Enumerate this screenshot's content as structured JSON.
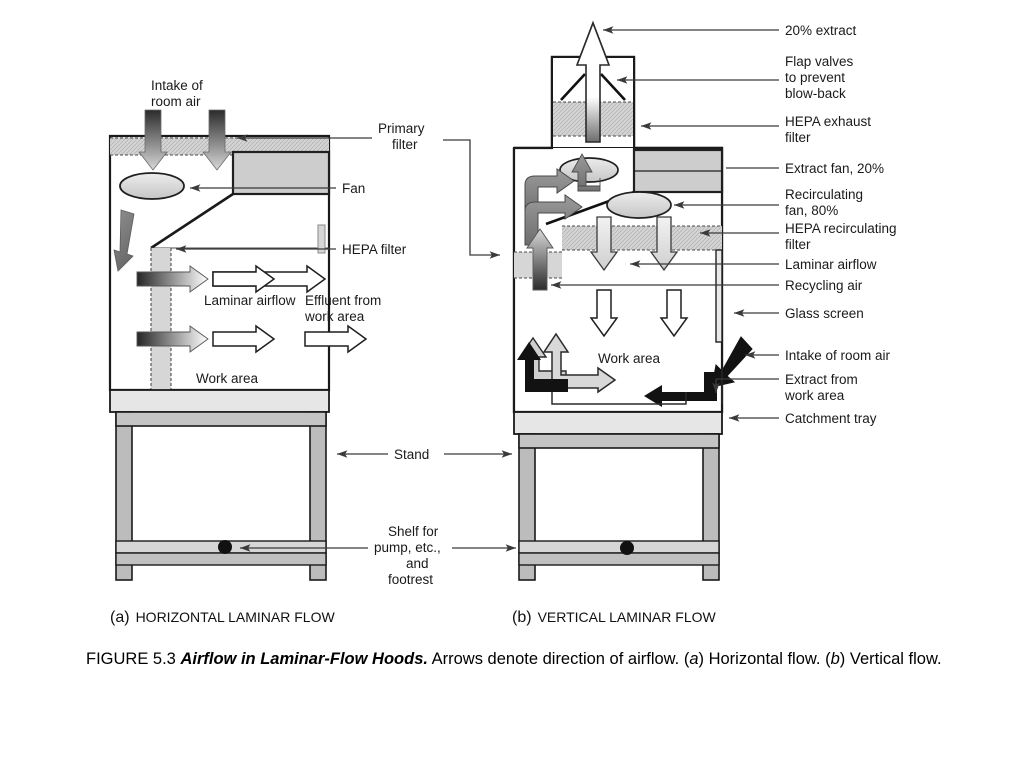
{
  "figure": {
    "caption_number": "FIGURE 5.3",
    "caption_title": "Airflow in Laminar-Flow Hoods.",
    "caption_rest": " Arrows denote direction of airflow. (",
    "caption_a_letter": "a",
    "caption_a_text": ") Horizontal flow.",
    "caption_b_open": "(",
    "caption_b_letter": "b",
    "caption_b_text": ") Vertical flow."
  },
  "panel_a": {
    "letter": "(a)",
    "title": "HORIZONTAL LAMINAR FLOW",
    "labels": {
      "intake": "Intake of\nroom air",
      "intake_line1": "Intake of",
      "intake_line2": "room air",
      "primary_filter_line1": "Primary",
      "primary_filter_line2": "filter",
      "fan": "Fan",
      "hepa_filter": "HEPA filter",
      "laminar_airflow": "Laminar airflow",
      "effluent_line1": "Effluent from",
      "effluent_line2": "work area",
      "work_area": "Work area"
    }
  },
  "panel_b": {
    "letter": "(b)",
    "title": "VERTICAL LAMINAR FLOW",
    "labels": {
      "extract_20": "20% extract",
      "flap_valves_line1": "Flap valves",
      "flap_valves_line2": "to prevent",
      "flap_valves_line3": "blow-back",
      "hepa_exhaust_line1": "HEPA exhaust",
      "hepa_exhaust_line2": "filter",
      "extract_fan": "Extract fan, 20%",
      "recirc_fan_line1": "Recirculating",
      "recirc_fan_line2": "fan, 80%",
      "hepa_recirc_line1": "HEPA recirculating",
      "hepa_recirc_line2": "filter",
      "laminar_airflow": "Laminar airflow",
      "recycling_air": "Recycling air",
      "glass_screen": "Glass screen",
      "intake_room_air": "Intake of room air",
      "extract_from_line1": "Extract from",
      "extract_from_line2": "work area",
      "catchment_tray": "Catchment tray",
      "work_area": "Work area"
    }
  },
  "shared_labels": {
    "stand": "Stand",
    "shelf_line1": "Shelf for",
    "shelf_line2": "pump, etc.,",
    "shelf_line3": "and",
    "shelf_line4": "footrest"
  },
  "colors": {
    "outline": "#1a1a1a",
    "leader": "#3a3a3a",
    "panel_fill": "#c9c9c9",
    "filter_fill": "#d2d2d2",
    "bench_fill": "#e2e2e2",
    "stand_fill": "#bcbcbc",
    "arrow_dark": "#3f3f3f",
    "arrow_black": "#111111",
    "background": "#ffffff"
  }
}
